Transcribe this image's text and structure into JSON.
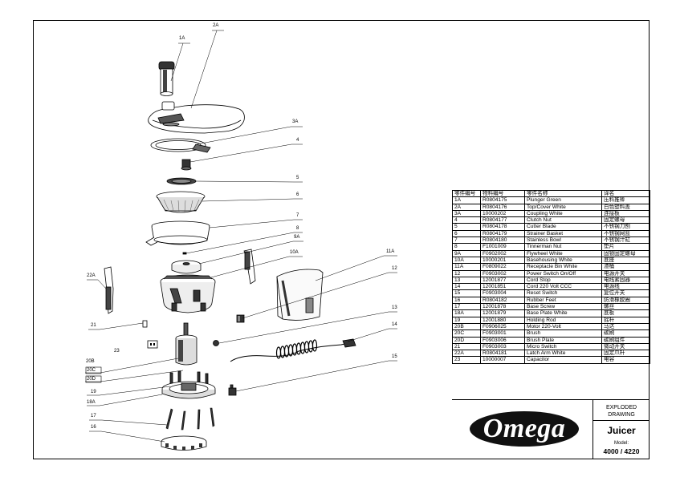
{
  "callouts": [
    {
      "id": "c-1a",
      "label": "1A"
    },
    {
      "id": "c-2a",
      "label": "2A"
    },
    {
      "id": "c-3a",
      "label": "3A"
    },
    {
      "id": "c-4",
      "label": "4"
    },
    {
      "id": "c-5",
      "label": "5"
    },
    {
      "id": "c-6",
      "label": "6"
    },
    {
      "id": "c-7",
      "label": "7"
    },
    {
      "id": "c-8",
      "label": "8"
    },
    {
      "id": "c-9a",
      "label": "9A"
    },
    {
      "id": "c-10a",
      "label": "10A"
    },
    {
      "id": "c-11a",
      "label": "11A"
    },
    {
      "id": "c-12",
      "label": "12"
    },
    {
      "id": "c-13",
      "label": "13"
    },
    {
      "id": "c-14",
      "label": "14"
    },
    {
      "id": "c-15",
      "label": "15"
    },
    {
      "id": "c-22a",
      "label": "22A"
    },
    {
      "id": "c-21",
      "label": "21"
    },
    {
      "id": "c-23",
      "label": "23"
    },
    {
      "id": "c-20b",
      "label": "20B"
    },
    {
      "id": "c-20c",
      "label": "20C"
    },
    {
      "id": "c-20d",
      "label": "20D"
    },
    {
      "id": "c-19",
      "label": "19"
    },
    {
      "id": "c-18a",
      "label": "18A"
    },
    {
      "id": "c-17",
      "label": "17"
    },
    {
      "id": "c-16",
      "label": "16"
    }
  ],
  "parts_table": {
    "headers": [
      "零件编号",
      "物料编号",
      "零件名称",
      "译名"
    ],
    "rows": [
      [
        "1A",
        "R0804175",
        "Plunger Green",
        "压料推棒"
      ],
      [
        "2A",
        "R0804176",
        "Top/Cover White",
        "白色塑料盖"
      ],
      [
        "3A",
        "10000202",
        "Coupling White",
        "连接板"
      ],
      [
        "4",
        "R0804177",
        "Clutch Nut",
        "固定螺母"
      ],
      [
        "5",
        "R0804178",
        "Cutter Blade",
        "不锈钢刀刨"
      ],
      [
        "6",
        "R0804179",
        "Strainer Basket",
        "不锈钢网篮"
      ],
      [
        "7",
        "R0804180",
        "Stainless Bowl",
        "不锈钢汁缸"
      ],
      [
        "8",
        "F1001009",
        "Tinnerman Nut",
        "垫片"
      ],
      [
        "9A",
        "F0902002",
        "Flywheel White",
        "固锁固定螺母"
      ],
      [
        "10A",
        "10000201",
        "Basehousing White",
        "底座"
      ],
      [
        "11A",
        "F0809022",
        "Receptacle Bin White",
        "渣桶"
      ],
      [
        "12",
        "F0903002",
        "Power Switch On/Off",
        "电源开关"
      ],
      [
        "13",
        "12001877",
        "Cord Stop",
        "电线紧固器"
      ],
      [
        "14",
        "12001851",
        "Cord 220 Volt CCC",
        "电源线"
      ],
      [
        "15",
        "F0903004",
        "Reset Switch",
        "复位开关"
      ],
      [
        "16",
        "R0804182",
        "Rubber Feet",
        "防滑橡胶圈"
      ],
      [
        "17",
        "12001878",
        "Base Screw",
        "螺丝"
      ],
      [
        "18A",
        "12001879",
        "Base Plate White",
        "底板"
      ],
      [
        "19",
        "12001880",
        "Holding Rod",
        "摇杆"
      ],
      [
        "20B",
        "F0906025",
        "Motor 220-Volt",
        "马达"
      ],
      [
        "20C",
        "F0903001",
        "Brush",
        "碳刷"
      ],
      [
        "20D",
        "F0903006",
        "Brush Plate",
        "碳刷组件"
      ],
      [
        "21",
        "F0903003",
        "Micro Switch",
        "微动开关"
      ],
      [
        "22A",
        "R0804181",
        "Latch Arm White",
        "固定爪杆"
      ],
      [
        "23",
        "10000007",
        "Capacitor",
        "电容"
      ]
    ]
  },
  "title_block": {
    "brand": "Omega",
    "drawing_label": "EXPLODED DRAWING",
    "product": "Juicer",
    "model_label": "Model:",
    "model_number": "4000 / 4220"
  }
}
